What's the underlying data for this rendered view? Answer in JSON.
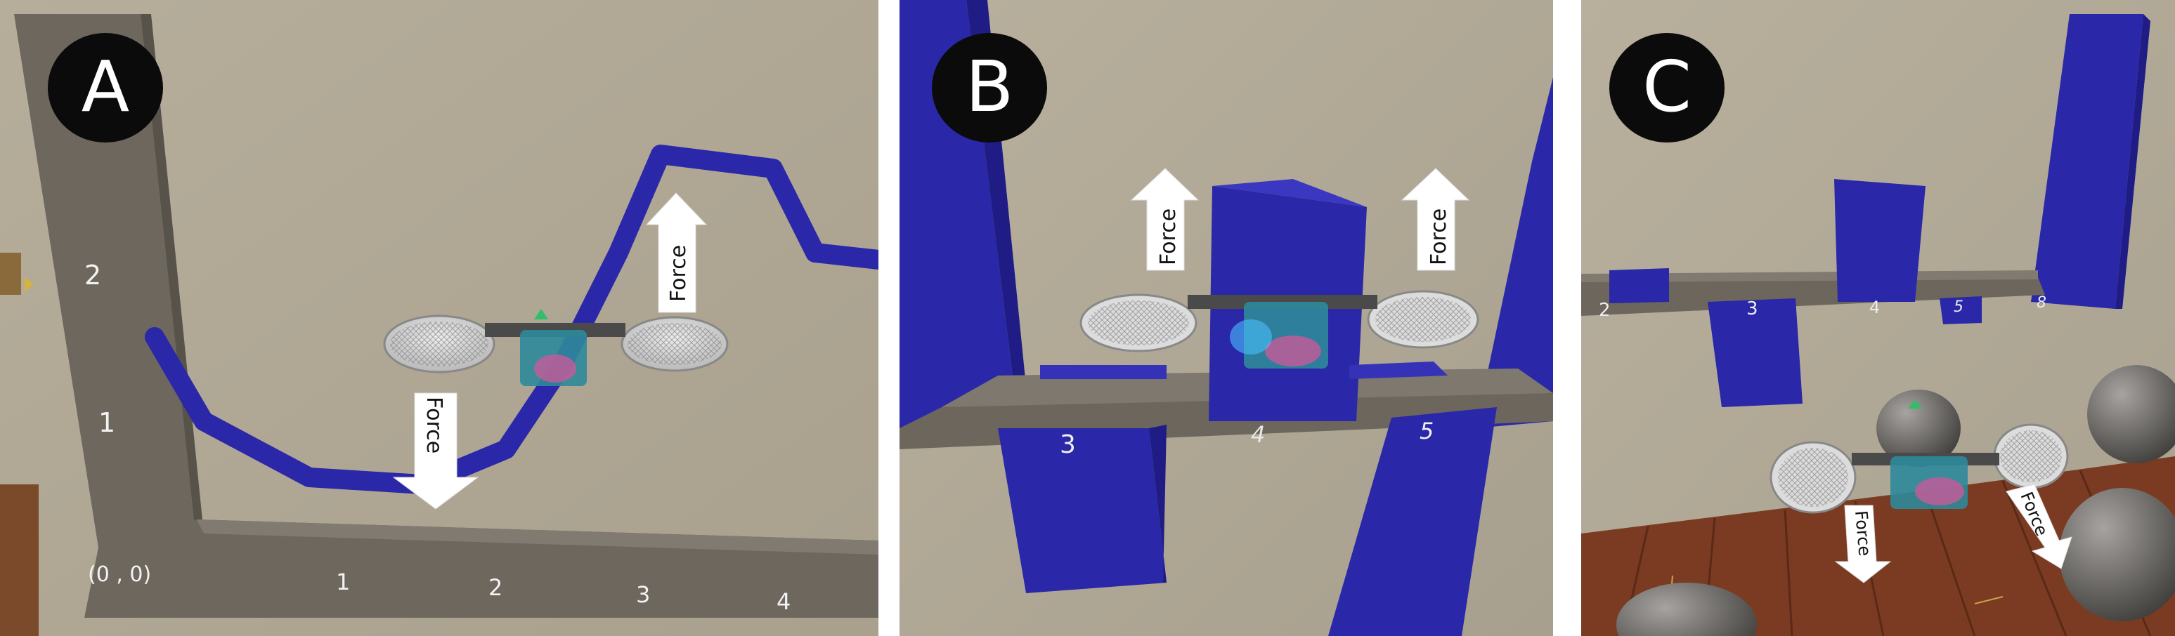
{
  "panels": [
    {
      "id": "A",
      "badge": "A",
      "y_ticks": [
        "2",
        "1"
      ],
      "origin": "(0 , 0)",
      "x_ticks": [
        "1",
        "2",
        "3",
        "4"
      ],
      "arrows": [
        "Force",
        "Force"
      ]
    },
    {
      "id": "B",
      "badge": "B",
      "pillar_labels": [
        "3",
        "4",
        "5"
      ],
      "arrows": [
        "Force",
        "Force"
      ]
    },
    {
      "id": "C",
      "badge": "C",
      "pillar_labels": [
        "2",
        "3",
        "4",
        "5",
        "8"
      ],
      "arrows": [
        "Force",
        "Force"
      ]
    }
  ],
  "colors": {
    "background_beige": "#b3aa98",
    "track_blue": "#2a27a8",
    "wall_gray": "#6c665d",
    "badge_black": "#0b0b0b",
    "floor_wood": "#7a3b22"
  }
}
